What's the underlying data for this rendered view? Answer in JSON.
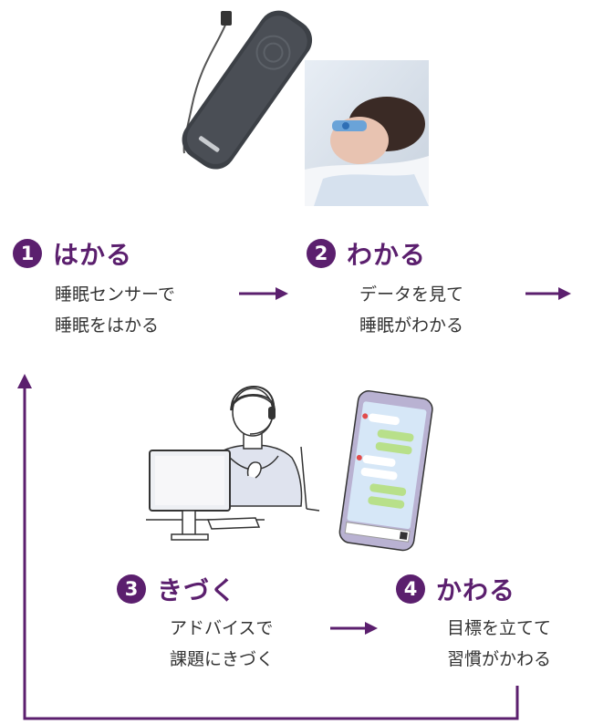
{
  "colors": {
    "accent": "#5b1f6e"
  },
  "steps": [
    {
      "number": "1",
      "title": "はかる",
      "lines": [
        "睡眠センサーで",
        "睡眠をはかる"
      ]
    },
    {
      "number": "2",
      "title": "わかる",
      "lines": [
        "データを見て",
        "睡眠がわかる"
      ]
    },
    {
      "number": "3",
      "title": "きづく",
      "lines": [
        "アドバイスで",
        "課題にきづく"
      ]
    },
    {
      "number": "4",
      "title": "かわる",
      "lines": [
        "目標を立てて",
        "習慣がかわる"
      ]
    }
  ],
  "illustrations": {
    "sensor": "sleep-sensor-device-image",
    "sleeper": "sleeping-person-photo",
    "advisor": "advisor-at-computer-illustration",
    "phone": "chat-phone-illustration"
  }
}
